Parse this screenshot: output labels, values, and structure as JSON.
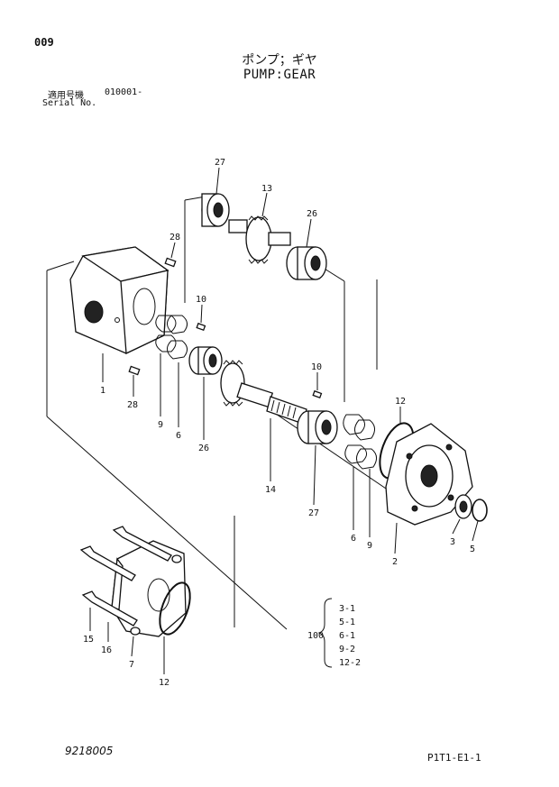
{
  "header": {
    "page_number": "009",
    "title_jp": "ポンプ；ギヤ",
    "title_en": "PUMP:GEAR",
    "serial_label_jp": "適用号機",
    "serial_value": "010001-",
    "serial_label_en": "Serial No."
  },
  "callouts": {
    "p27a": "27",
    "p13": "13",
    "p26a": "26",
    "p28a": "28",
    "p10a": "10",
    "p1": "1",
    "p28b": "28",
    "p9a": "9",
    "p6a": "6",
    "p26b": "26",
    "p10b": "10",
    "p14": "14",
    "p27b": "27",
    "p12a": "12",
    "p6b": "6",
    "p9b": "9",
    "p2": "2",
    "p3": "3",
    "p5": "5",
    "p15": "15",
    "p16": "16",
    "p7": "7",
    "p12b": "12"
  },
  "kit": {
    "number": "100",
    "items": [
      "3-1",
      "5-1",
      "6-1",
      "9-2",
      "12-2"
    ]
  },
  "footer": {
    "doc_number": "9218005",
    "page_id": "P1T1-E1-1"
  }
}
